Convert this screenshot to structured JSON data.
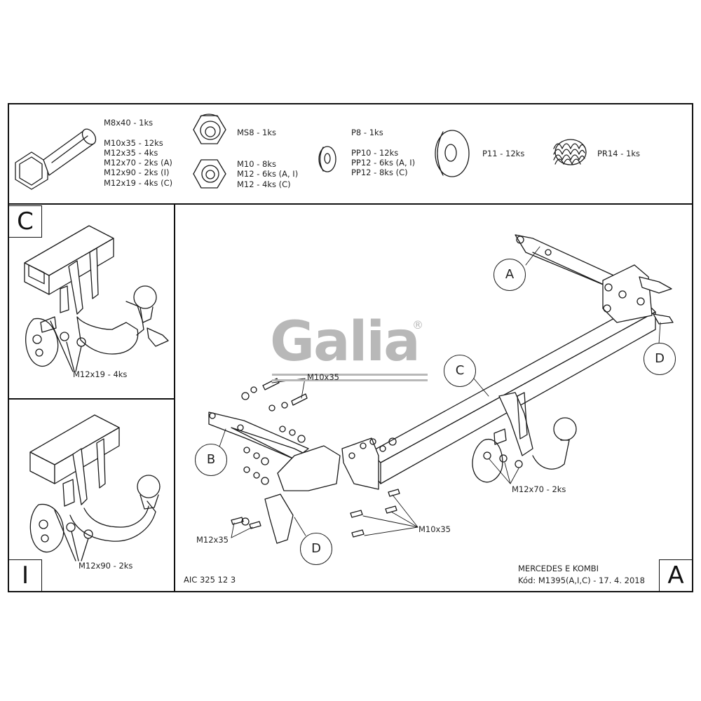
{
  "parts": {
    "bolt": {
      "lines": "M8x40 - 1ks\n\nM10x35 - 12ks\nM12x35 - 4ks\nM12x70 - 2ks (A)\nM12x90 - 2ks (I)\nM12x19 - 4ks (C)"
    },
    "nut_ms8": "MS8 - 1ks",
    "nuts": "M10 - 8ks\nM12 - 6ks (A, I)\nM12 - 4ks (C)",
    "washers": "P8 - 1ks\n\nPP10 - 12ks\nPP12 - 6ks (A, I)\nPP12 - 8ks (C)",
    "washer_large": "P11 - 12ks",
    "spring": "PR14 - 1ks"
  },
  "panels": {
    "c": {
      "corner": "C",
      "label": "M12x19 - 4ks"
    },
    "i": {
      "corner": "I",
      "label": "M12x90 - 2ks"
    },
    "a": {
      "corner": "A"
    }
  },
  "main": {
    "callouts": {
      "a": "A",
      "b": "B",
      "c": "C",
      "d_right": "D",
      "d_left": "D"
    },
    "labels": {
      "m10x35_top": "M10x35",
      "m10x35_bottom": "M10x35",
      "m12x35": "M12x35",
      "m12x70": "M12x70 - 2ks"
    },
    "logo": "Galia",
    "logo_reg": "®"
  },
  "footer": {
    "code_left": "AIC 325 12 3",
    "vehicle": "MERCEDES E KOMBI",
    "kod": "Kód: M1395(A,I,C) - 17. 4. 2018"
  }
}
